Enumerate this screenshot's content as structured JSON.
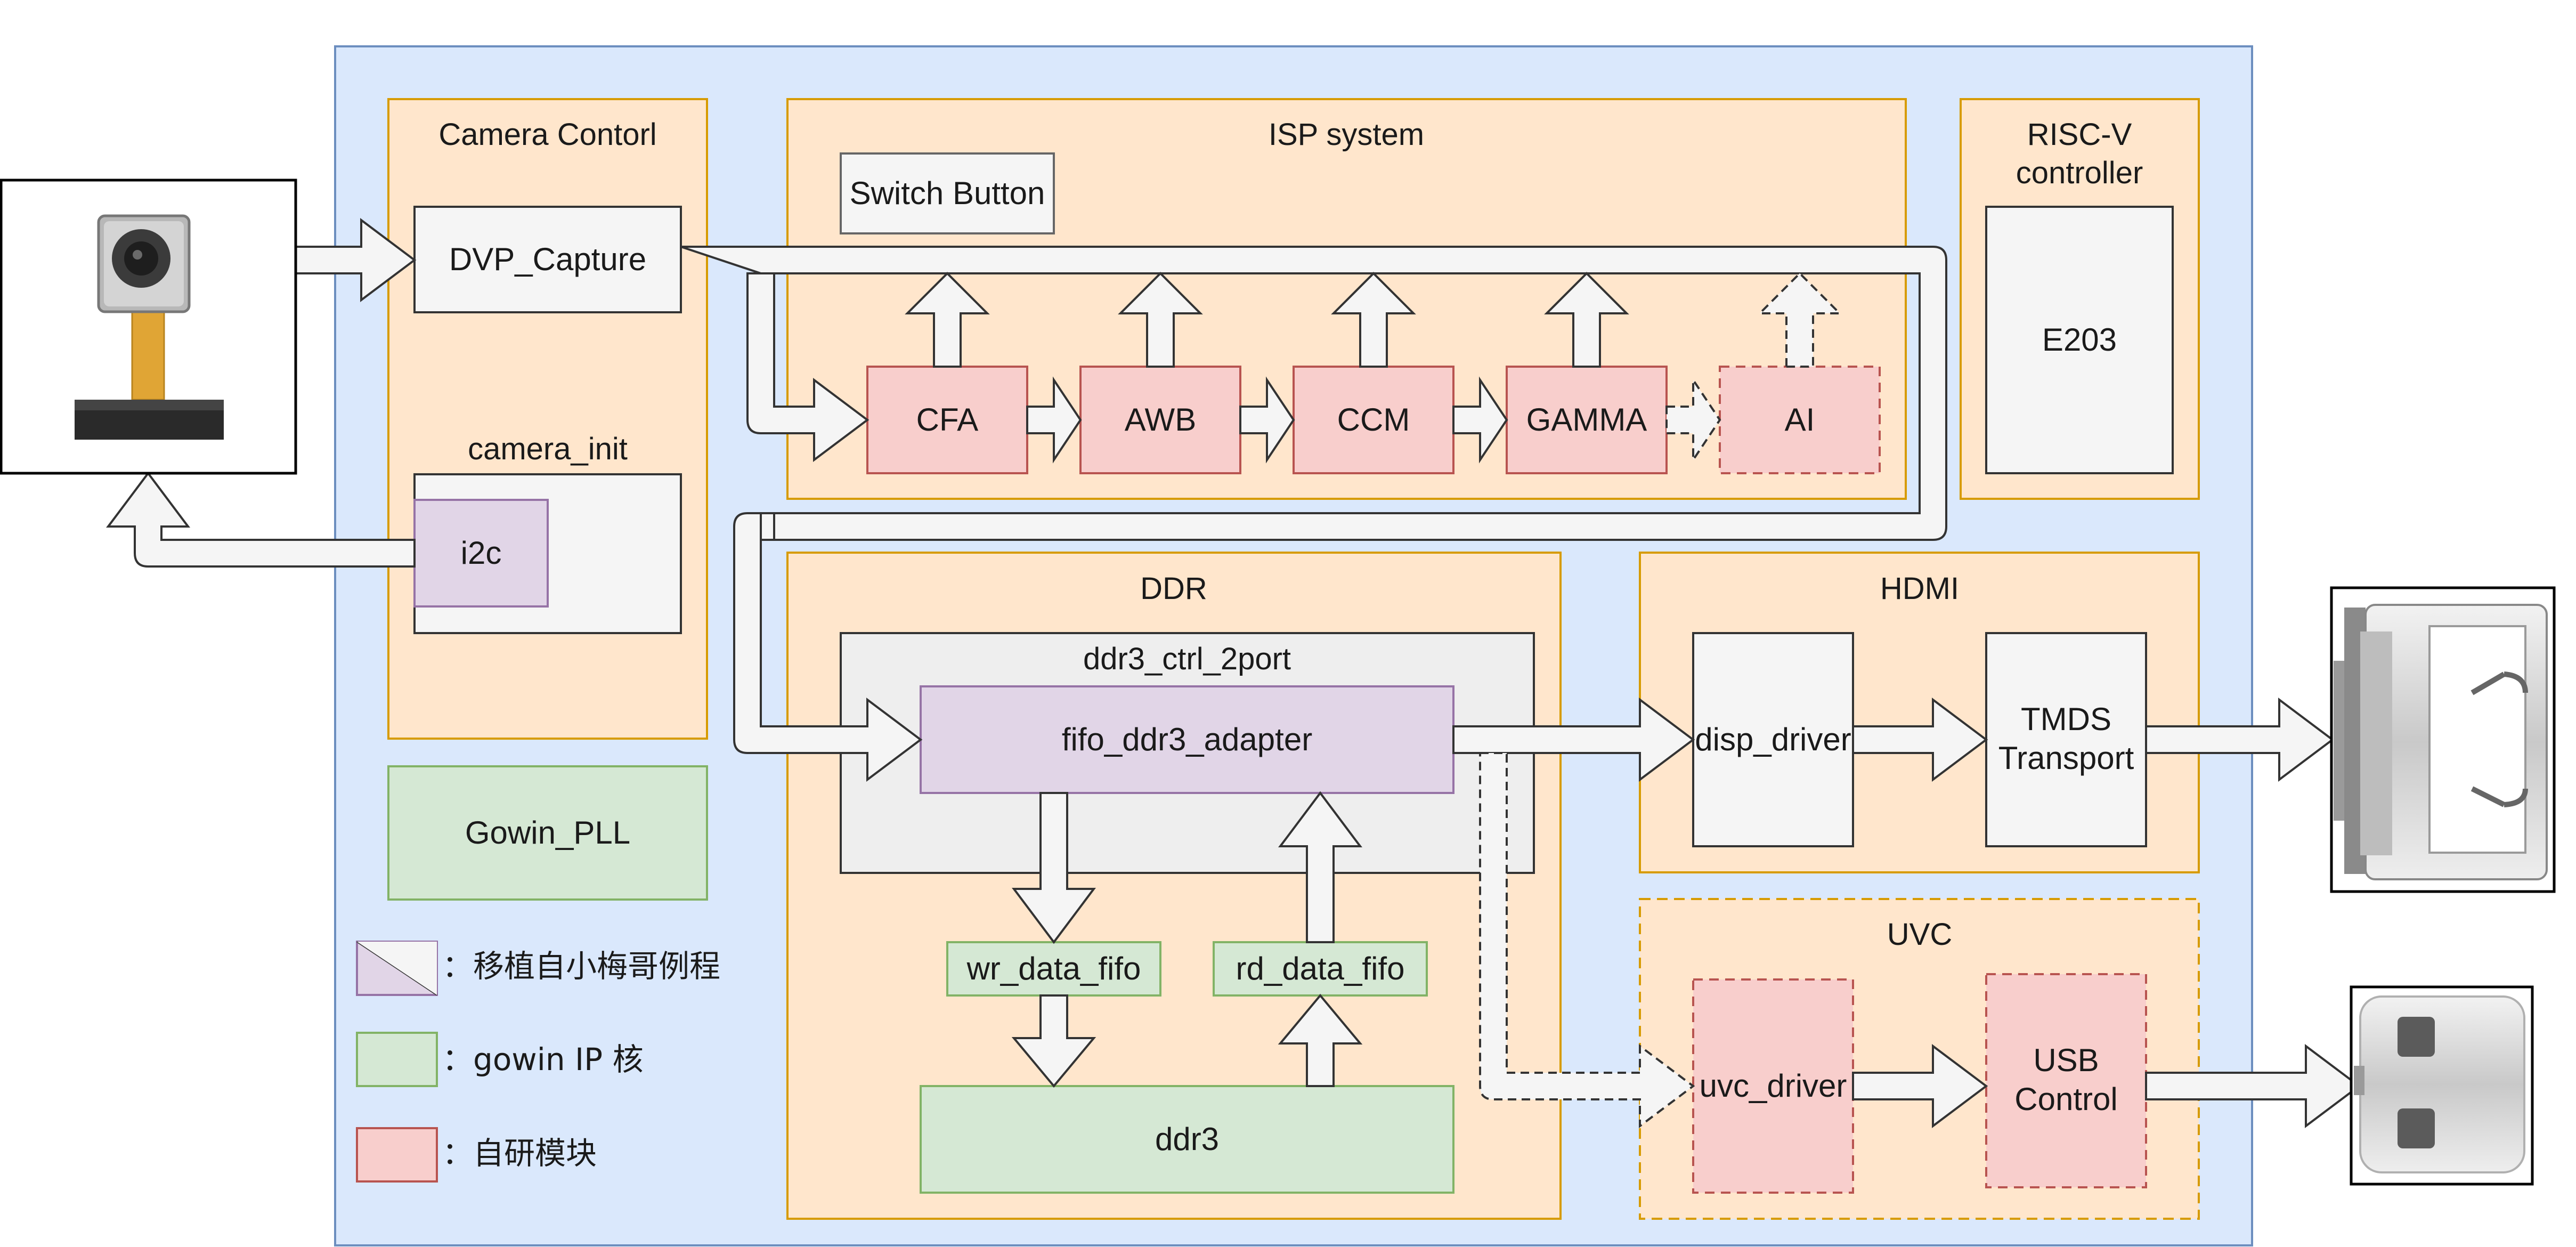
{
  "containers": {
    "camera_control": "Camera Contorl",
    "isp": "ISP system",
    "riscv_line1": "RISC-V",
    "riscv_line2": "controller",
    "ddr": "DDR",
    "hdmi": "HDMI",
    "uvc": "UVC",
    "camera_init": "camera_init",
    "ddr3_ctrl": "ddr3_ctrl_2port"
  },
  "blocks": {
    "dvp_capture": "DVP_Capture",
    "i2c": "i2c",
    "gowin_pll": "Gowin_PLL",
    "switch_button": "Switch Button",
    "cfa": "CFA",
    "awb": "AWB",
    "ccm": "CCM",
    "gamma": "GAMMA",
    "ai": "AI",
    "e203": "E203",
    "fifo_ddr3_adapter": "fifo_ddr3_adapter",
    "wr_data_fifo": "wr_data_fifo",
    "rd_data_fifo": "rd_data_fifo",
    "ddr3": "ddr3",
    "disp_driver": "disp_driver",
    "tmds_line1": "TMDS",
    "tmds_line2": "Transport",
    "uvc_driver": "uvc_driver",
    "usb_line1": "USB",
    "usb_line2": "Control"
  },
  "legend": [
    {
      "label": "：移植自小梅哥例程",
      "fill": "#e1d5e7",
      "stroke": "#9673a6"
    },
    {
      "label": "：gowin IP 核",
      "fill": "#d5e8d4",
      "stroke": "#82b366"
    },
    {
      "label": "：自研模块",
      "fill": "#f8cecc",
      "stroke": "#b85450"
    }
  ],
  "colors": {
    "board_fill": "#dae8fc",
    "board_stroke": "#6c8ebf",
    "group_fill": "#ffe6cc",
    "group_stroke": "#d79b00",
    "gray_fill": "#f5f5f5",
    "gray_stroke": "#666666",
    "purple_fill": "#e1d5e7",
    "purple_stroke": "#9673a6",
    "green_fill": "#d5e8d4",
    "green_stroke": "#82b366",
    "red_fill": "#f8cecc",
    "red_stroke": "#b85450"
  },
  "peripherals": {
    "camera_icon": "camera-module",
    "hdmi_icon": "hdmi-connector",
    "usb_icon": "usb-connector"
  }
}
